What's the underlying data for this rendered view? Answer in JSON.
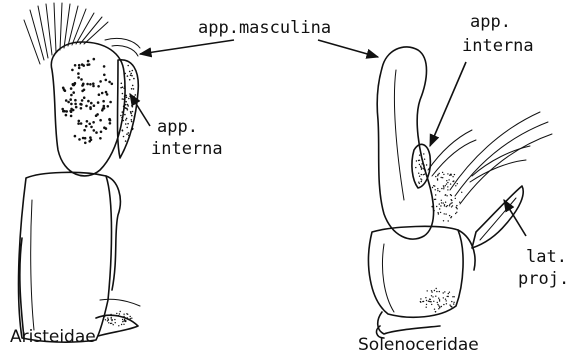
{
  "labels": {
    "app_masculina": "app.masculina",
    "app_interna_left_1": "app.",
    "app_interna_left_2": "interna",
    "app_interna_right_1": "app.",
    "app_interna_right_2": "interna",
    "lat_proj_1": "lat.",
    "lat_proj_2": "proj."
  },
  "captions": {
    "left": "Aristeidae",
    "right": "Solenoceridae"
  }
}
